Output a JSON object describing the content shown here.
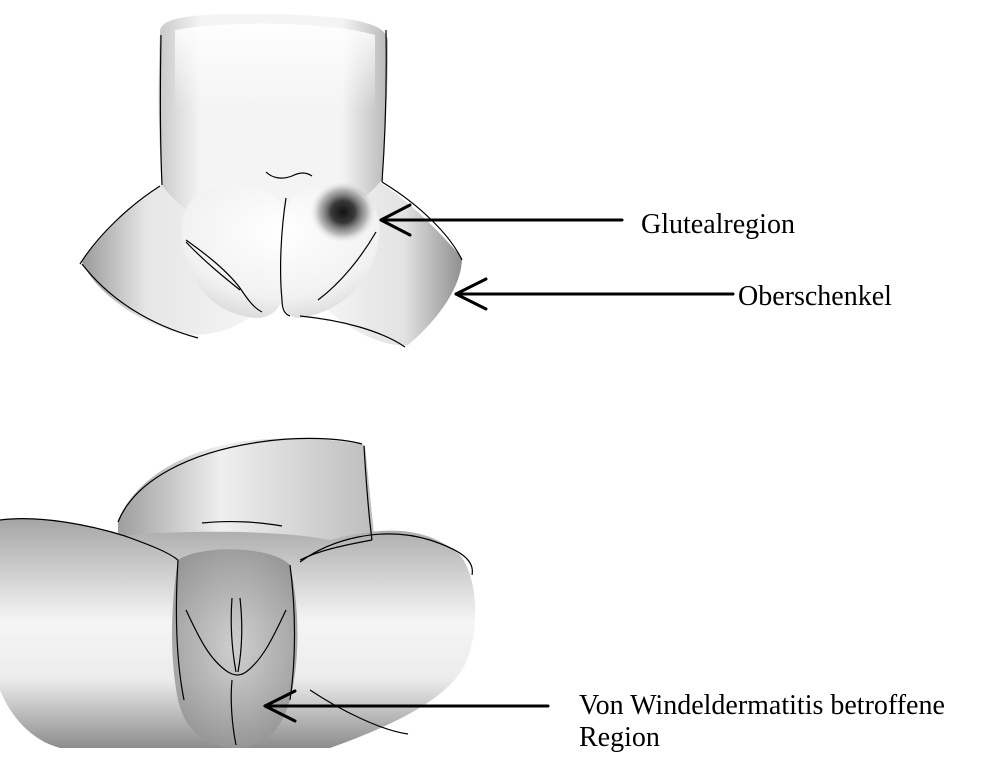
{
  "labels": {
    "gluteal": "Glutealregion",
    "thigh": "Oberschenkel",
    "diaper_line1": "Von Windeldermatitis betroffene",
    "diaper_line2": "Region"
  },
  "colors": {
    "line": "#000000",
    "skin_light": "#ffffff",
    "skin_mid": "#d0d0d0",
    "skin_dark": "#8a8a8a",
    "spot": "#1a1a1a",
    "background": "#ffffff"
  }
}
